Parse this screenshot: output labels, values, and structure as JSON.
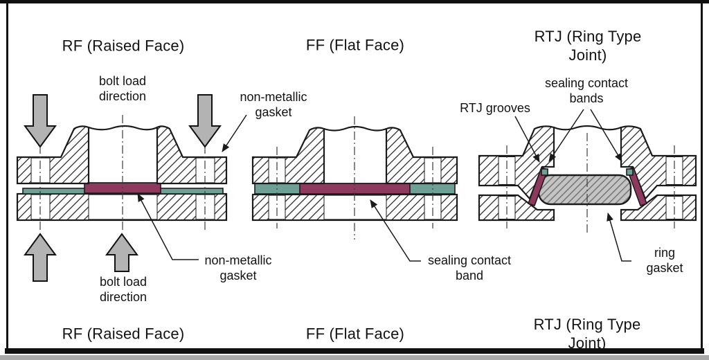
{
  "figure": {
    "rf": {
      "title": "RF (Raised Face)",
      "bolt_load_top": "bolt load\ndirection",
      "bolt_load_bottom": "bolt load\ndirection",
      "gasket_top": "non-metallic\ngasket",
      "gasket_bottom": "non-metallic\ngasket"
    },
    "ff": {
      "title": "FF (Flat Face)",
      "band": "sealing contact\nband"
    },
    "rtj": {
      "title": "RTJ (Ring Type Joint)",
      "grooves": "RTJ grooves",
      "bands": "sealing contact\nbands",
      "ring": "ring gasket"
    }
  },
  "colors": {
    "gasket-teal": "#6FA096",
    "gasket-maroon": "#8E3A5F",
    "arrow-gray": "#B3B3B3",
    "ring-gray": "#C4C4C4",
    "outline": "#1A1A1A"
  }
}
